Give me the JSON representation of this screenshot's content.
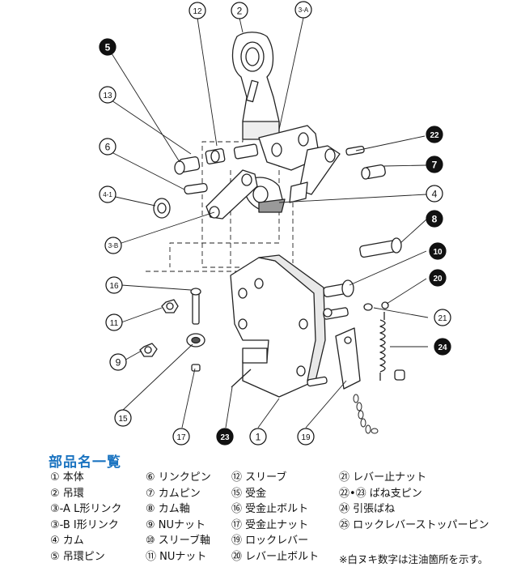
{
  "callouts": [
    {
      "id": "c2",
      "label": "2",
      "filled": false
    },
    {
      "id": "c3a",
      "label": "3-A",
      "filled": false
    },
    {
      "id": "c12",
      "label": "12",
      "filled": false
    },
    {
      "id": "c5",
      "label": "5",
      "filled": true
    },
    {
      "id": "c13",
      "label": "13",
      "filled": false
    },
    {
      "id": "c6",
      "label": "6",
      "filled": false
    },
    {
      "id": "c41",
      "label": "4-1",
      "filled": false
    },
    {
      "id": "c3b",
      "label": "3-B",
      "filled": false
    },
    {
      "id": "c22",
      "label": "22",
      "filled": true
    },
    {
      "id": "c7",
      "label": "7",
      "filled": true
    },
    {
      "id": "c4",
      "label": "4",
      "filled": false
    },
    {
      "id": "c8",
      "label": "8",
      "filled": true
    },
    {
      "id": "c10",
      "label": "10",
      "filled": true
    },
    {
      "id": "c20",
      "label": "20",
      "filled": true
    },
    {
      "id": "c16",
      "label": "16",
      "filled": false
    },
    {
      "id": "c11",
      "label": "11",
      "filled": false
    },
    {
      "id": "c21",
      "label": "21",
      "filled": false
    },
    {
      "id": "c24",
      "label": "24",
      "filled": true
    },
    {
      "id": "c9",
      "label": "9",
      "filled": false
    },
    {
      "id": "c15",
      "label": "15",
      "filled": false
    },
    {
      "id": "c17",
      "label": "17",
      "filled": false
    },
    {
      "id": "c23",
      "label": "23",
      "filled": true
    },
    {
      "id": "c1",
      "label": "1",
      "filled": false
    },
    {
      "id": "c19",
      "label": "19",
      "filled": false
    }
  ],
  "parts_list": {
    "title": "部品名一覧",
    "items": [
      "① 本体",
      "② 吊環",
      "③-A L形リンク",
      "③-B I形リンク",
      "④ カム",
      "⑤ 吊環ピン",
      "⑥ リンクピン",
      "⑦ カムピン",
      "⑧ カム軸",
      "⑨ NUナット",
      "⑩ スリーブ軸",
      "⑪ NUナット",
      "⑫ スリーブ",
      "⑮ 受金",
      "⑯ 受金止ボルト",
      "⑰ 受金止ナット",
      "⑲ ロックレバー",
      "⑳ レバー止ボルト",
      "㉑ レバー止ナット",
      "㉒•㉓ ばね支ピン",
      "㉔ 引張ばね",
      "㉕ ロックレバーストッパーピン"
    ],
    "note": "※白ヌキ数字は注油箇所を示す。"
  }
}
